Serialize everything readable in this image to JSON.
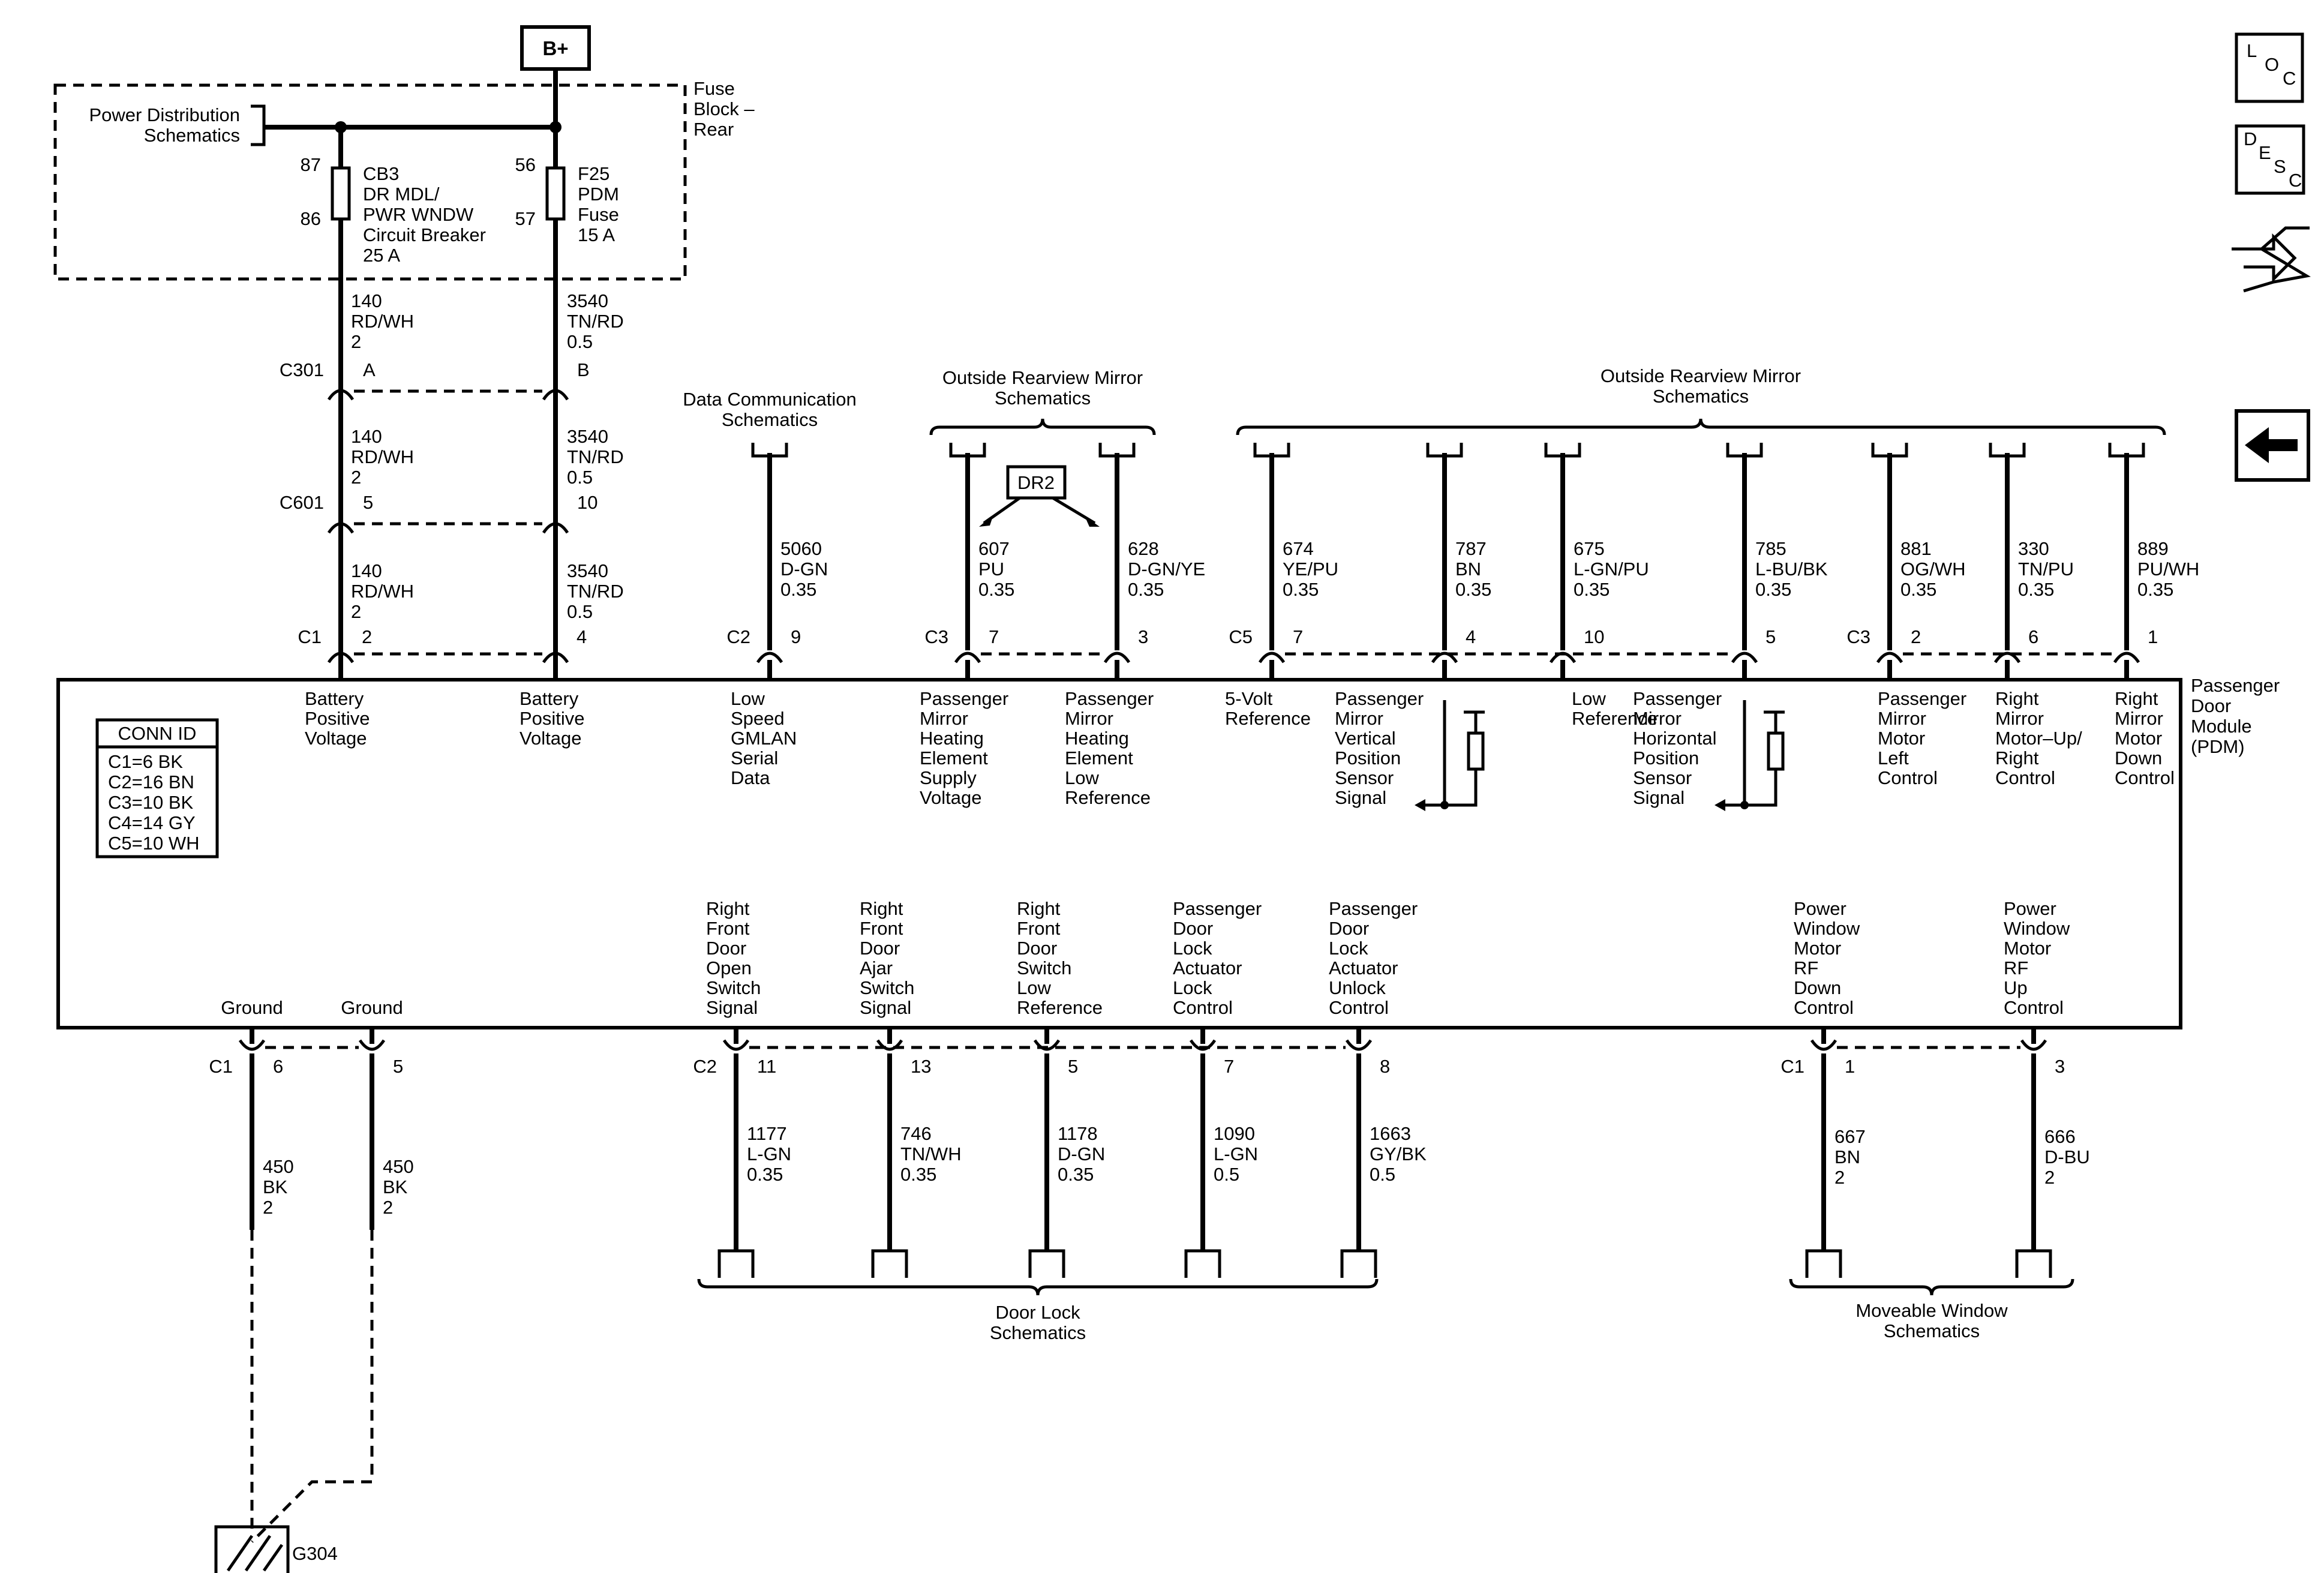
{
  "power": {
    "source": "B+",
    "distribution_label": [
      "Power Distribution",
      "Schematics"
    ],
    "fuse_block_label": [
      "Fuse",
      "Block –",
      "Rear"
    ],
    "breaker": {
      "pin_in": "87",
      "pin_out": "86",
      "label": [
        "CB3",
        "DR MDL/",
        "PWR WNDW",
        "Circuit Breaker",
        "25 A"
      ]
    },
    "fuse": {
      "pin_in": "56",
      "pin_out": "57",
      "label": [
        "F25",
        "PDM",
        "Fuse",
        "15 A"
      ]
    }
  },
  "wire_left": [
    {
      "circuit": "140",
      "color": "RD/WH",
      "size": "2"
    },
    {
      "circuit": "140",
      "color": "RD/WH",
      "size": "2"
    },
    {
      "circuit": "140",
      "color": "RD/WH",
      "size": "2"
    }
  ],
  "wire_right": [
    {
      "circuit": "3540",
      "color": "TN/RD",
      "size": "0.5"
    },
    {
      "circuit": "3540",
      "color": "TN/RD",
      "size": "0.5"
    },
    {
      "circuit": "3540",
      "color": "TN/RD",
      "size": "0.5"
    }
  ],
  "connectors_top": {
    "c301": {
      "id": "C301",
      "left_pin": "A",
      "right_pin": "B"
    },
    "c601": {
      "id": "C601",
      "left_pin": "5",
      "right_pin": "10"
    }
  },
  "module": {
    "name": [
      "Passenger",
      "Door",
      "Module",
      "(PDM)"
    ],
    "conn_id": {
      "title": "CONN ID",
      "rows": [
        "C1=6 BK",
        "C2=16 BN",
        "C3=10 BK",
        "C4=14 GY",
        "C5=10 WH"
      ]
    }
  },
  "top_headers": {
    "data_comm": [
      "Data Communication",
      "Schematics"
    ],
    "mirror_left": [
      "Outside Rearview Mirror",
      "Schematics"
    ],
    "mirror_right": [
      "Outside Rearview Mirror",
      "Schematics"
    ],
    "dr2": "DR2"
  },
  "top_pins": [
    {
      "conn": "C1",
      "pin": "2",
      "label": [
        "Battery",
        "Positive",
        "Voltage"
      ]
    },
    {
      "conn": "",
      "pin": "4",
      "label": [
        "Battery",
        "Positive",
        "Voltage"
      ]
    },
    {
      "conn": "C2",
      "pin": "9",
      "circuit": "5060",
      "color": "D-GN",
      "size": "0.35",
      "label": [
        "Low",
        "Speed",
        "GMLAN",
        "Serial",
        "Data"
      ]
    },
    {
      "conn": "C3",
      "pin": "7",
      "circuit": "607",
      "color": "PU",
      "size": "0.35",
      "label": [
        "Passenger",
        "Mirror",
        "Heating",
        "Element",
        "Supply",
        "Voltage"
      ]
    },
    {
      "conn": "",
      "pin": "3",
      "circuit": "628",
      "color": "D-GN/YE",
      "size": "0.35",
      "label": [
        "Passenger",
        "Mirror",
        "Heating",
        "Element",
        "Low",
        "Reference"
      ]
    },
    {
      "conn": "C5",
      "pin": "7",
      "circuit": "674",
      "color": "YE/PU",
      "size": "0.35",
      "label": [
        "5-Volt",
        "Reference"
      ]
    },
    {
      "conn": "",
      "pin": "4",
      "circuit": "787",
      "color": "BN",
      "size": "0.35",
      "label": [
        "Passenger",
        "Mirror",
        "Vertical",
        "Position",
        "Sensor",
        "Signal"
      ]
    },
    {
      "conn": "",
      "pin": "10",
      "circuit": "675",
      "color": "L-GN/PU",
      "size": "0.35",
      "label": [
        "Low",
        "Reference"
      ]
    },
    {
      "conn": "",
      "pin": "5",
      "circuit": "785",
      "color": "L-BU/BK",
      "size": "0.35",
      "label": [
        "Passenger",
        "Mirror",
        "Horizontal",
        "Position",
        "Sensor",
        "Signal"
      ]
    },
    {
      "conn": "C3",
      "pin": "2",
      "circuit": "881",
      "color": "OG/WH",
      "size": "0.35",
      "label": [
        "Passenger",
        "Mirror",
        "Motor",
        "Left",
        "Control"
      ]
    },
    {
      "conn": "",
      "pin": "6",
      "circuit": "330",
      "color": "TN/PU",
      "size": "0.35",
      "label": [
        "Right",
        "Mirror",
        "Motor–Up/",
        "Right",
        "Control"
      ]
    },
    {
      "conn": "",
      "pin": "1",
      "circuit": "889",
      "color": "PU/WH",
      "size": "0.35",
      "label": [
        "Right",
        "Mirror",
        "Motor",
        "Down",
        "Control"
      ]
    }
  ],
  "bottom_pins": [
    {
      "conn": "C1",
      "pin": "6",
      "circuit": "450",
      "color": "BK",
      "size": "2",
      "label": [
        "Ground"
      ]
    },
    {
      "conn": "",
      "pin": "5",
      "circuit": "450",
      "color": "BK",
      "size": "2",
      "label": [
        "Ground"
      ]
    },
    {
      "conn": "C2",
      "pin": "11",
      "circuit": "1177",
      "color": "L-GN",
      "size": "0.35",
      "label": [
        "Right",
        "Front",
        "Door",
        "Open",
        "Switch",
        "Signal"
      ]
    },
    {
      "conn": "",
      "pin": "13",
      "circuit": "746",
      "color": "TN/WH",
      "size": "0.35",
      "label": [
        "Right",
        "Front",
        "Door",
        "Ajar",
        "Switch",
        "Signal"
      ]
    },
    {
      "conn": "",
      "pin": "5",
      "circuit": "1178",
      "color": "D-GN",
      "size": "0.35",
      "label": [
        "Right",
        "Front",
        "Door",
        "Switch",
        "Low",
        "Reference"
      ]
    },
    {
      "conn": "",
      "pin": "7",
      "circuit": "1090",
      "color": "L-GN",
      "size": "0.5",
      "label": [
        "Passenger",
        "Door",
        "Lock",
        "Actuator",
        "Lock",
        "Control"
      ]
    },
    {
      "conn": "",
      "pin": "8",
      "circuit": "1663",
      "color": "GY/BK",
      "size": "0.5",
      "label": [
        "Passenger",
        "Door",
        "Lock",
        "Actuator",
        "Unlock",
        "Control"
      ]
    },
    {
      "conn": "C1",
      "pin": "1",
      "circuit": "667",
      "color": "BN",
      "size": "2",
      "label": [
        "Power",
        "Window",
        "Motor",
        "RF",
        "Down",
        "Control"
      ]
    },
    {
      "conn": "",
      "pin": "3",
      "circuit": "666",
      "color": "D-BU",
      "size": "2",
      "label": [
        "Power",
        "Window",
        "Motor",
        "RF",
        "Up",
        "Control"
      ]
    }
  ],
  "bottom_headers": {
    "door_lock": [
      "Door Lock",
      "Schematics"
    ],
    "window": [
      "Moveable Window",
      "Schematics"
    ]
  },
  "ground": "G304",
  "nav": {
    "loc": [
      "L",
      "O",
      "C"
    ],
    "desc": [
      "D",
      "E",
      "S",
      "C"
    ]
  }
}
